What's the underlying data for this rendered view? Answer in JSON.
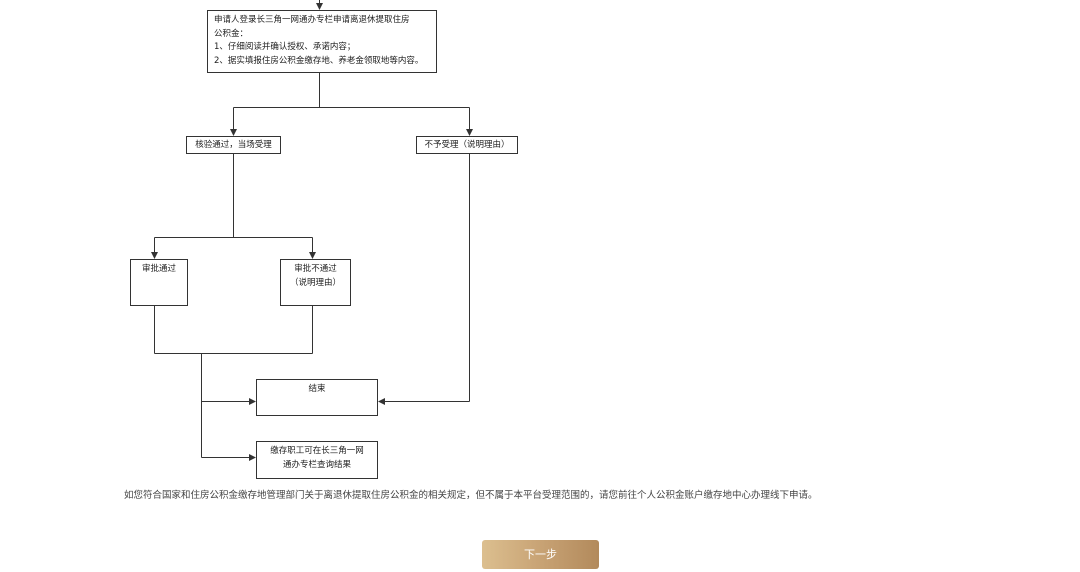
{
  "flowchart": {
    "apply_step": {
      "lines": [
        "申请人登录长三角一网通办专栏申请离退休提取住房",
        "公积金：",
        "1、仔细阅读并确认授权、承诺内容；",
        "2、据实填报住房公积金缴存地、养老金领取地等内容。"
      ]
    },
    "accept_step": {
      "label": "核验通过，当场受理"
    },
    "reject_step": {
      "label": "不予受理（说明理由）"
    },
    "approved_step": {
      "label": "审批通过"
    },
    "denied_step": {
      "lines": [
        "审批不通过",
        "（说明理由）"
      ]
    },
    "end_step": {
      "label": "结束"
    },
    "result_step": {
      "lines": [
        "缴存职工可在长三角一网",
        "通办专栏查询结果"
      ]
    }
  },
  "notice": {
    "text": "如您符合国家和住房公积金缴存地管理部门关于离退休提取住房公积金的相关规定，但不属于本平台受理范围的，请您前往个人公积金账户缴存地中心办理线下申请。"
  },
  "actions": {
    "next_label": "下一步"
  },
  "colors": {
    "line": "#333333",
    "button_gradient_start": "#dcbf8f",
    "button_gradient_end": "#b28a5c",
    "button_text": "#ffffff"
  }
}
